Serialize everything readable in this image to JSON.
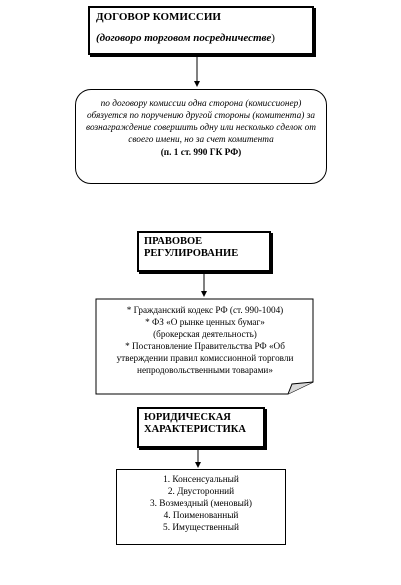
{
  "contract": {
    "title": "ДОГОВОР КОМИССИИ",
    "subtitle_italic": "(договоро торговом посредничестве",
    "subtitle_tail": ")"
  },
  "definition": {
    "text": "по договору комиссии одна сторона (комиссионер) обязуется по поручению другой стороны (комитента) за вознаграждение совершить одну или несколько сделок от своего имени, но за счет комитента",
    "reference": "(п. 1 ст. 990 ГК РФ)"
  },
  "regulation": {
    "heading_line1": "ПРАВОВОЕ",
    "heading_line2": "РЕГУЛИРОВАНИЕ",
    "items": [
      "* Гражданский кодекс РФ (ст. 990-1004)",
      "* ФЗ «О рынке ценных бумаг»",
      "(брокерская деятельность)",
      "* Постановление Правительства РФ «Об утверждении правил комиссионной торговли непродовольственными товарами»"
    ]
  },
  "characteristics": {
    "heading_line1": "ЮРИДИЧЕСКАЯ",
    "heading_line2": "ХАРАКТЕРИСТИКА",
    "items": [
      "1. Консенсуальный",
      "2. Двусторонний",
      "3. Возмездный (меновый)",
      "4. Поименованный",
      "5. Имущественный"
    ]
  }
}
